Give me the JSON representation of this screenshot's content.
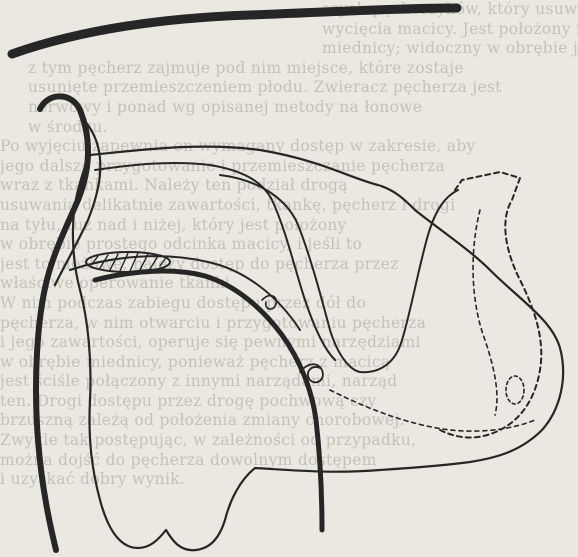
{
  "page": {
    "background_text": [
      "szych pęcherzyków, który usuwa się wraz z nim podczas",
      "  wycięcia macicy. Jest położony nisko i przylega do",
      "  miednicy; widoczny w obrębie jego narządów. W związku",
      "  z tym pęcherz zajmuje pod nim miejsce, które zostaje",
      "  usunięte przemieszczeniem płodu. Zwieracz pęcherza jest",
      "  nerwowy i ponad wg opisanej metody na łonowe",
      "  w środku.",
      "  Po wyjęciu zapewnia on wymagany dostęp w zakresie, aby",
      "  jego dalsze przygotowanie i przemieszczanie pęcherza",
      "  wraz z tkankami. Należy ten podział drogą",
      "  usuwania delikatnie zawartości, tkankę, pęcherz i drogi",
      "  na tyłu, tuż nad i niżej, który jest położony",
      "  w obrębie prostego odcinka macicy, i jeśli to",
      "  jest to możliwe, należy dostęp do pęcherza przez",
      "  właściwe operowanie tkanki.",
      "  W nim podczas zabiegu dostępu przez dół do",
      "  pęcherza, w nim otwarciu i przygotowaniu pęcherza",
      "  i jego zawartości, operuje się pewnymi narzędziami",
      "  w obrębie miednicy, ponieważ pęcherz z macicą",
      "  jest ściśle połączony z innymi narządami, narząd",
      "  ten. Drogi dostępu przez drogę pochwową czy",
      "  brzuszną zależą od położenia zmiany chorobowej.",
      "  Zwykle tak postępując, w zależności od przypadku,",
      "  można dojść do pęcherza dowolnym dostępem",
      "  i uzyskać dobry wynik."
    ]
  }
}
